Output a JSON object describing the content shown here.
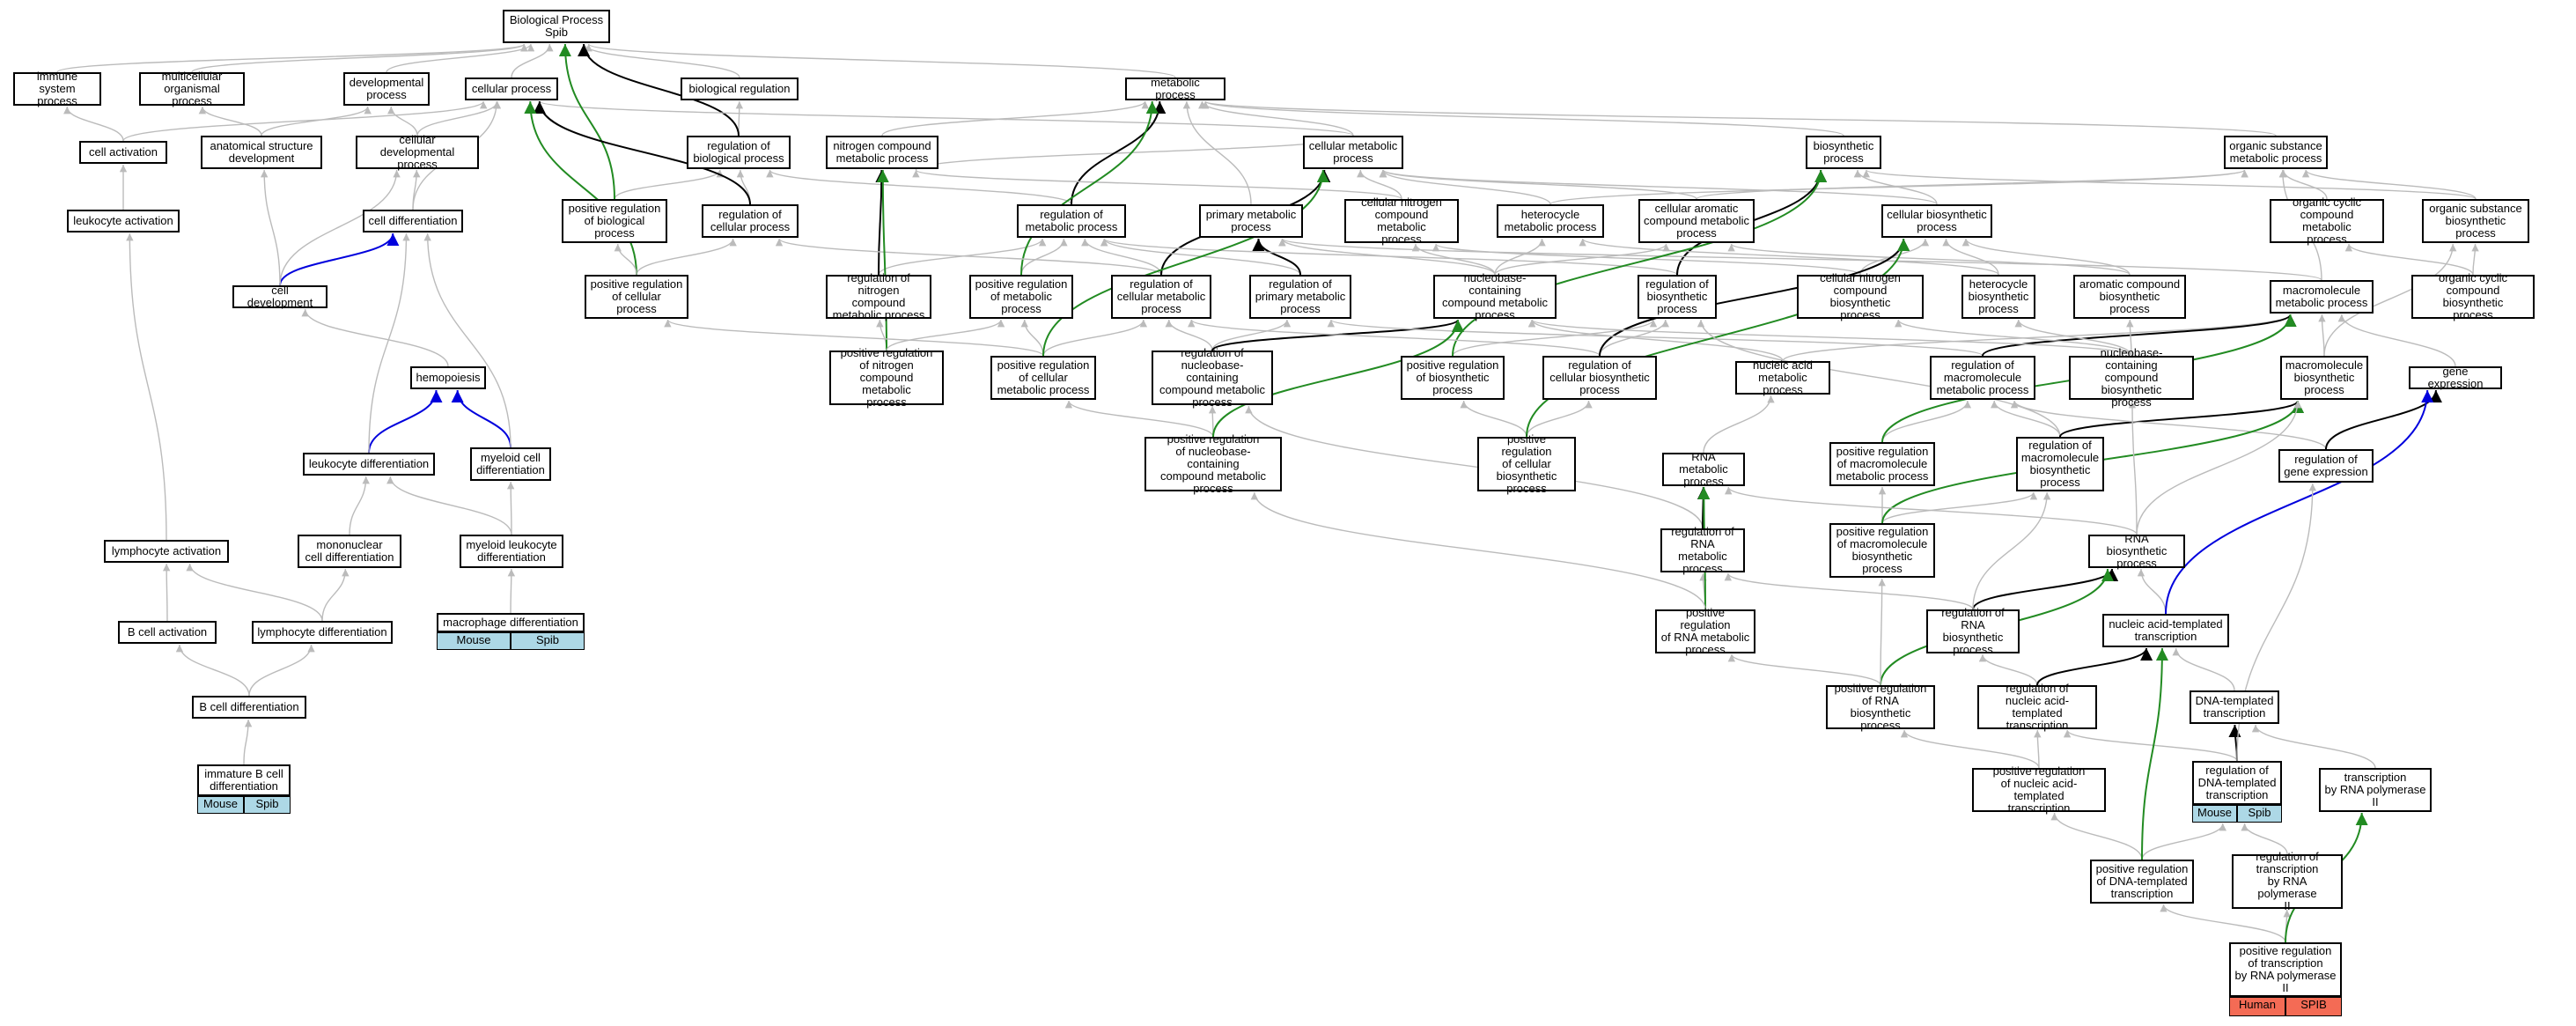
{
  "nodes": {
    "root": "Biological Process\nSpib",
    "immune": "immune system\nprocess",
    "multi": "multicellular\norganismal process",
    "dev": "developmental\nprocess",
    "cell_process": "cellular process",
    "bioreg": "biological regulation",
    "metabolic": "metabolic process",
    "cell_act": "cell activation",
    "anat": "anatomical structure\ndevelopment",
    "celldevproc": "cellular developmental\nprocess",
    "regbio": "regulation of\nbiological process",
    "nitrogen": "nitrogen compound\nmetabolic process",
    "cellmet": "cellular metabolic\nprocess",
    "biosyn": "biosynthetic\nprocess",
    "orgsub": "organic substance\nmetabolic process",
    "leuk_act": "leukocyte activation",
    "celldiff": "cell differentiation",
    "posregbio": "positive regulation\nof biological\nprocess",
    "regcell": "regulation of\ncellular process",
    "regmet": "regulation of\nmetabolic process",
    "primmet": "primary metabolic\nprocess",
    "cellnitro": "cellular nitrogen\ncompound metabolic\nprocess",
    "hetero": "heterocycle\nmetabolic process",
    "cellarom": "cellular aromatic\ncompound metabolic\nprocess",
    "cellbiosyn": "cellular biosynthetic\nprocess",
    "orgcyc": "organic cyclic\ncompound metabolic\nprocess",
    "orgsubbio": "organic substance\nbiosynthetic\nprocess",
    "celldevel": "cell development",
    "posregcell": "positive regulation\nof cellular\nprocess",
    "regnitro": "regulation of\nnitrogen compound\nmetabolic process",
    "posregmet": "positive regulation\nof metabolic\nprocess",
    "regcellmet": "regulation of\ncellular metabolic\nprocess",
    "regprim": "regulation of\nprimary metabolic\nprocess",
    "nucmet": "nucleobase-containing\ncompound metabolic\nprocess",
    "regbiosyn": "regulation of\nbiosynthetic\nprocess",
    "cellnitrobio": "cellular nitrogen\ncompound biosynthetic\nprocess",
    "heterobio": "heterocycle\nbiosynthetic\nprocess",
    "arombio": "aromatic compound\nbiosynthetic\nprocess",
    "macromet": "macromolecule\nmetabolic process",
    "orgcycbio": "organic cyclic\ncompound biosynthetic\nprocess",
    "hemo": "hemopoiesis",
    "posregnitro": "positive regulation\nof nitrogen\ncompound metabolic\nprocess",
    "posregcellmet": "positive regulation\nof cellular\nmetabolic process",
    "regnucmet": "regulation of\nnucleobase-containing\ncompound metabolic\nprocess",
    "posregbiosyn": "positive regulation\nof biosynthetic\nprocess",
    "regcellbio": "regulation of\ncellular biosynthetic\nprocess",
    "nucacid": "nucleic acid\nmetabolic process",
    "regmacro": "regulation of\nmacromolecule\nmetabolic process",
    "nucbio": "nucleobase-containing\ncompound biosynthetic\nprocess",
    "macrobio": "macromolecule\nbiosynthetic\nprocess",
    "geneexp": "gene expression",
    "leukdiff": "leukocyte differentiation",
    "myeloid": "myeloid cell\ndifferentiation",
    "posregnucmet": "positive regulation\nof nucleobase-containing\ncompound metabolic\nprocess",
    "posregcellbio": "positive regulation\nof cellular\nbiosynthetic\nprocess",
    "rnamet": "RNA metabolic\nprocess",
    "posregmacro": "positive regulation\nof macromolecule\nmetabolic process",
    "regmacrobio": "regulation of\nmacromolecule\nbiosynthetic\nprocess",
    "reggene": "regulation of\ngene expression",
    "lymphact": "lymphocyte activation",
    "mono": "mononuclear\ncell differentiation",
    "myeleuk": "myeloid leukocyte\ndifferentiation",
    "regrnamet": "regulation of\nRNA metabolic\nprocess",
    "posregmacrobio": "positive regulation\nof macromolecule\nbiosynthetic\nprocess",
    "rnabio": "RNA biosynthetic\nprocess",
    "macro": "macrophage differentiation",
    "bact": "B cell activation",
    "lymphdiff": "lymphocyte differentiation",
    "posregrnamet": "positive regulation\nof RNA metabolic\nprocess",
    "regrnabio": "regulation of\nRNA biosynthetic\nprocess",
    "nuctx": "nucleic acid-templated\ntranscription",
    "bdiff": "B cell differentiation",
    "posregrnabio": "positive regulation\nof RNA biosynthetic\nprocess",
    "regnuctx": "regulation of\nnucleic acid-templated\ntranscription",
    "dnatx": "DNA-templated\ntranscription",
    "immb": "immature B cell\ndifferentiation",
    "posregnuctx": "positive regulation\nof nucleic acid-templated\ntranscription",
    "regdnatx": "regulation of\nDNA-templated\ntranscription",
    "txpol2": "transcription\nby RNA polymerase\nII",
    "posregdnatx": "positive regulation\nof DNA-templated\ntranscription",
    "regpol2": "regulation of\ntranscription\nby RNA polymerase\nII",
    "posregpol2": "positive regulation\nof transcription\nby RNA polymerase\nII"
  },
  "tags": {
    "macro": [
      "Mouse",
      "Spib"
    ],
    "immb": [
      "Mouse",
      "Spib"
    ],
    "regdnatx": [
      "Mouse",
      "Spib"
    ],
    "posregpol2": [
      "Human",
      "SPIB"
    ]
  },
  "edge_colors": {
    "default": "#bbbbbb",
    "black": "#000000",
    "green": "#228b22",
    "blue": "#0000dd"
  }
}
